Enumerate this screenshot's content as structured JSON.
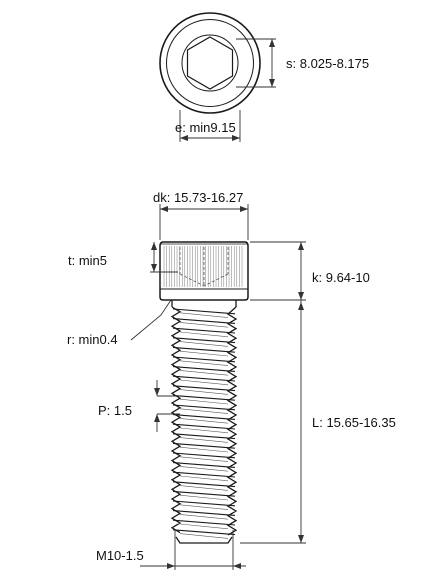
{
  "top_view": {
    "s_label": "s: 8.025-8.175",
    "e_label": "e: min9.15"
  },
  "side_view": {
    "dk_label": "dk: 15.73-16.27",
    "t_label": "t: min5",
    "k_label": "k: 9.64-10",
    "r_label": "r: min0.4",
    "p_label": "P: 1.5",
    "l_label": "L: 15.65-16.35",
    "thread_label": "M10-1.5"
  },
  "colors": {
    "line": "#1a1a1a",
    "background": "#ffffff"
  }
}
